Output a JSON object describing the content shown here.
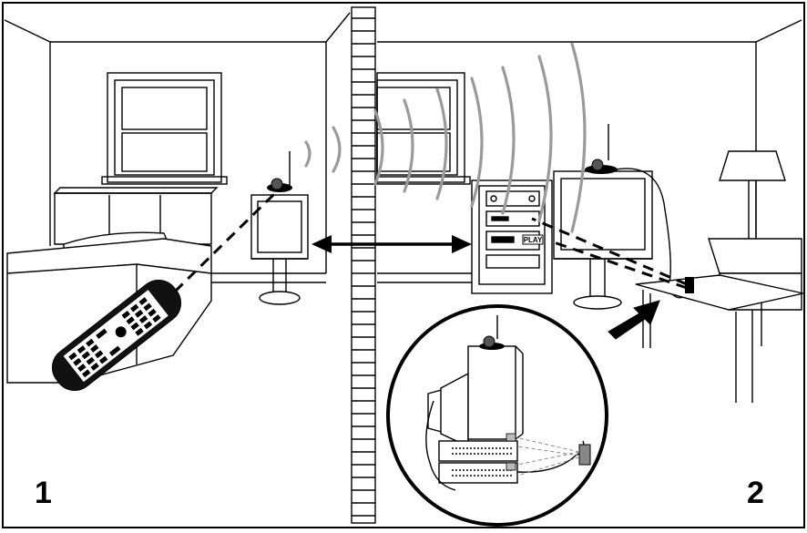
{
  "panels": [
    {
      "label": "1",
      "scene": "bedroom"
    },
    {
      "label": "2",
      "scene": "living-room"
    }
  ],
  "equipment_display": {
    "text": "PLAY"
  },
  "colors": {
    "ink": "#000000",
    "paper": "#ffffff",
    "wave": "#9a9a9a",
    "shade": "#e8e8e8"
  }
}
